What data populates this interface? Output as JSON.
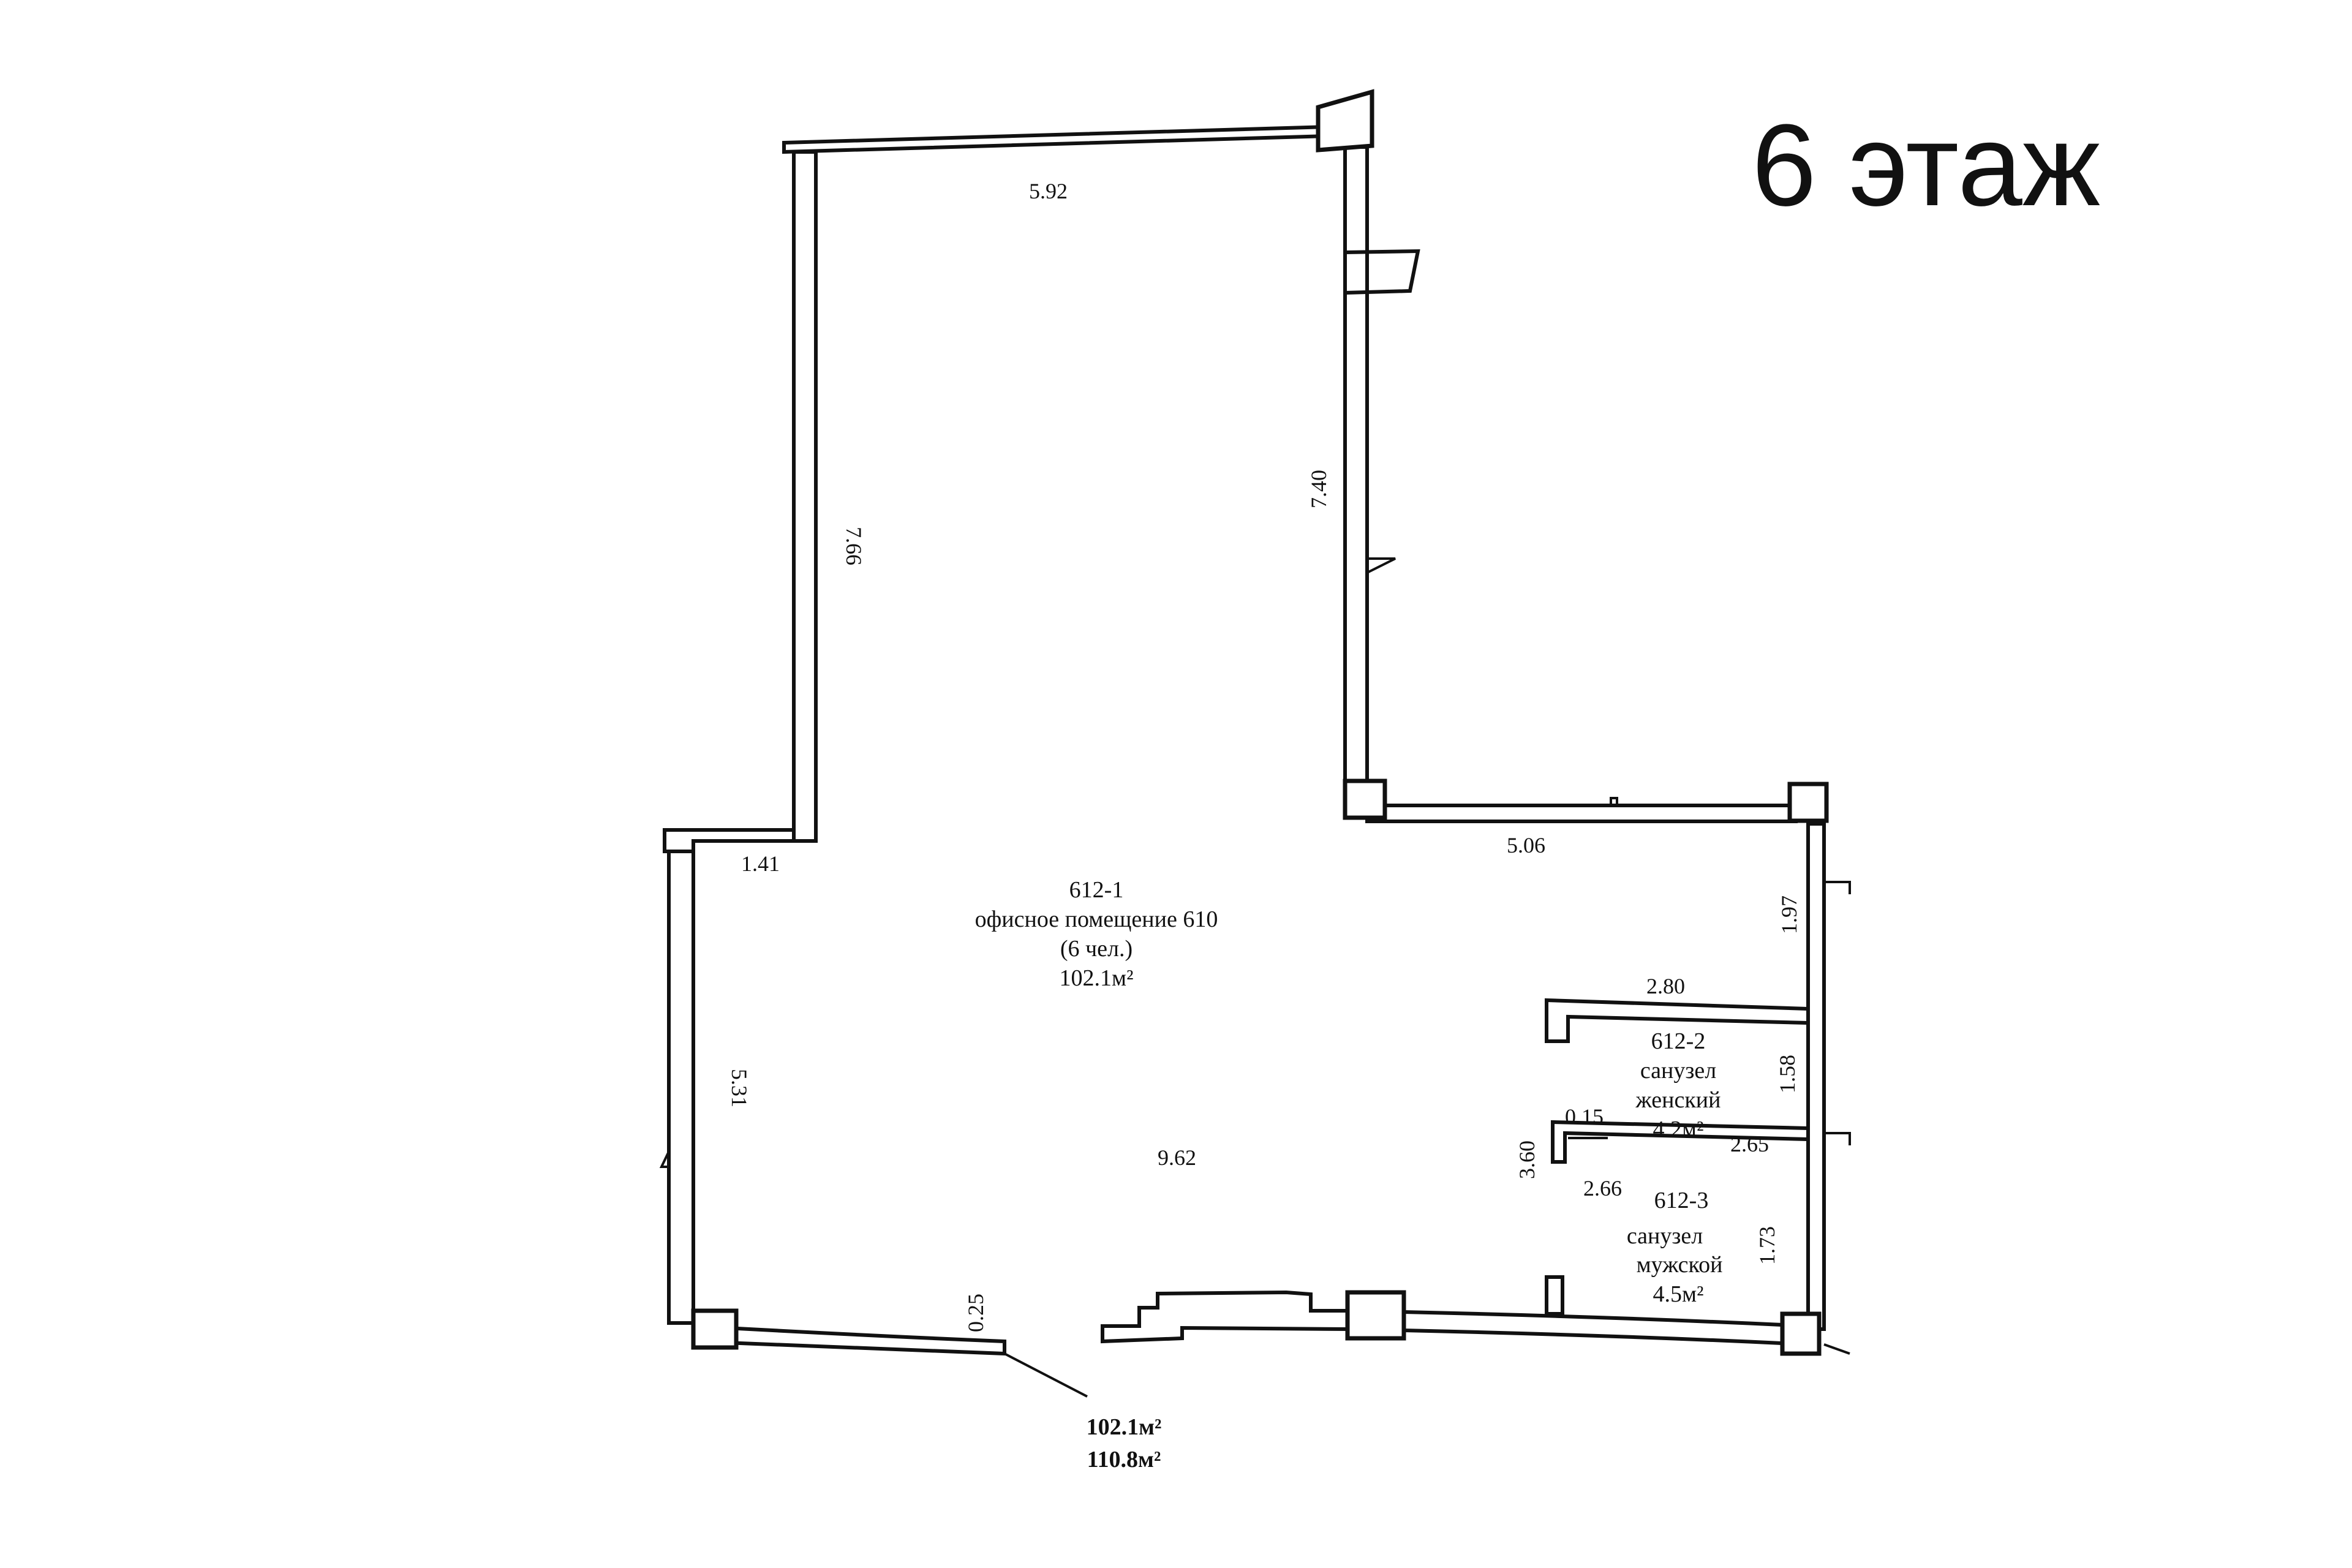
{
  "floor_label": "6 этаж",
  "rooms": [
    {
      "id": "612-1",
      "name": "офисное помещение 610",
      "note": "(6 чел.)",
      "area": "102.1м²"
    },
    {
      "id": "612-2",
      "name_line1": "санузел",
      "name_line2": "женский",
      "area": "4.2м²"
    },
    {
      "id": "612-3",
      "name_line1": "санузел",
      "name_line2": "мужской",
      "area": "4.5м²"
    }
  ],
  "dimensions": {
    "top_wall": "5.92",
    "left_upper_wall": "7.66",
    "right_upper_wall": "7.40",
    "step_right": "5.06",
    "step_left": "1.41",
    "left_lower_wall": "5.31",
    "main_width": "9.62",
    "right_short": "1.97",
    "wc_top": "2.80",
    "wc_female_height": "1.58",
    "partition": "0.15",
    "wc_female_width": "2.65",
    "wc_block_height": "3.60",
    "wc_male_width": "2.66",
    "wc_male_height": "1.73",
    "bottom_offset": "0.25"
  },
  "totals": {
    "area_1": "102.1м²",
    "area_2": "110.8м²"
  }
}
